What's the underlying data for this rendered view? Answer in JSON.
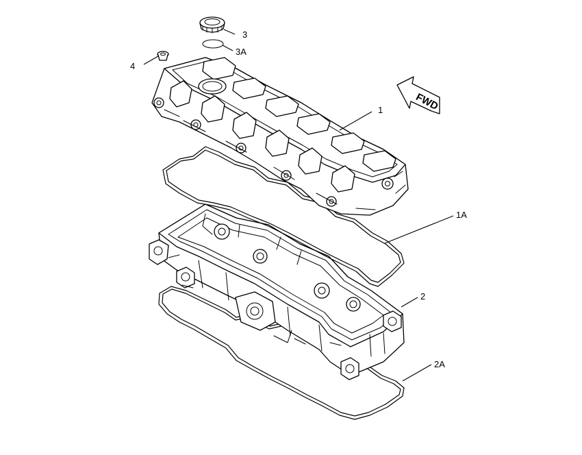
{
  "callouts": {
    "p1": "1",
    "p1a": "1A",
    "p2": "2",
    "p2a": "2A",
    "p3": "3",
    "p3a": "3A",
    "p4": "4"
  },
  "direction_arrow": {
    "label": "FWD",
    "icon": "fwd-arrow-icon"
  },
  "colors": {
    "line": "#000000",
    "background": "#ffffff"
  }
}
